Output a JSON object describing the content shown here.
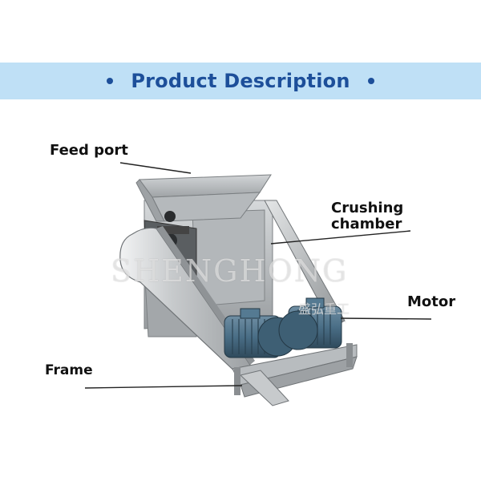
{
  "header": {
    "title": "Product Description"
  },
  "labels": {
    "feed_port": "Feed port",
    "crushing_line1": "Crushing",
    "crushing_line2": "chamber",
    "motor": "Motor",
    "frame": "Frame"
  },
  "watermark": {
    "latin": "SHENGHONG",
    "chinese": "盛弘重工"
  },
  "colors": {
    "banner_bg": "#bfe0f6",
    "banner_text": "#1d4f9a",
    "motor_blue": "#4a6e86",
    "steel": "#c9ccce"
  }
}
